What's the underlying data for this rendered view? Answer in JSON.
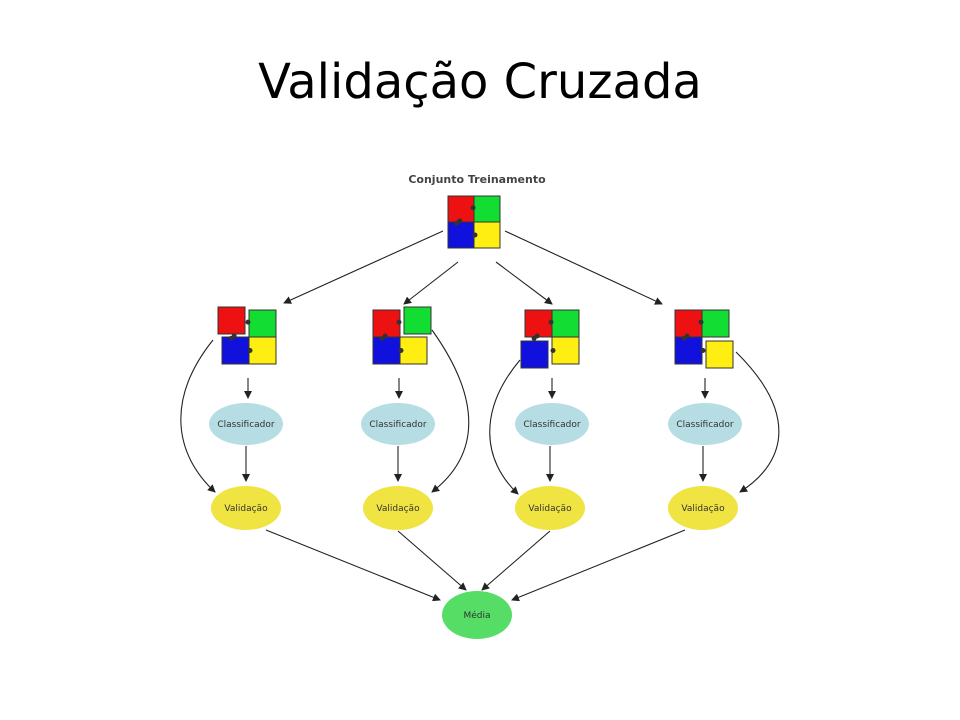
{
  "title": "Validação Cruzada",
  "diagram": {
    "root_label": "Conjunto Treinamento",
    "classifier_label": "Classificador",
    "validation_label": "Validação",
    "result_label": "Média",
    "fold_count": 4,
    "colors": {
      "piece_red": "#ee1111",
      "piece_green": "#11dd33",
      "piece_blue": "#1111dd",
      "piece_yellow": "#ffee11",
      "classifier_fill": "#b5dde3",
      "validation_fill": "#f0e442",
      "result_fill": "#55dd66"
    },
    "folds": [
      {
        "name": "fold-1",
        "held_out": "red"
      },
      {
        "name": "fold-2",
        "held_out": "green"
      },
      {
        "name": "fold-3",
        "held_out": "blue"
      },
      {
        "name": "fold-4",
        "held_out": "yellow"
      }
    ]
  }
}
